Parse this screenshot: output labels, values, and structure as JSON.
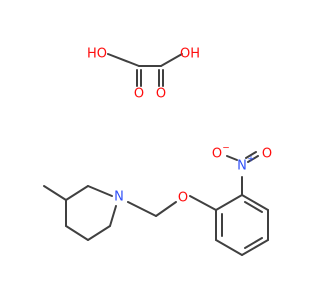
{
  "diagram": {
    "type": "chemical-structure",
    "components": [
      "oxalic acid",
      "3-methyl-1-[2-(2-nitrophenoxy)ethyl]piperidine"
    ],
    "colors": {
      "bond": "#404040",
      "oxygen": "#ff0d0d",
      "nitrogen": "#3050f8"
    },
    "atoms": {
      "oxalic_ho_left": "HO",
      "oxalic_oh_right": "OH",
      "oxalic_o_left": "O",
      "oxalic_o_right": "O",
      "nitro_n": "N",
      "nitro_n_charge": "+",
      "nitro_o_minus": "O",
      "nitro_o_minus_charge": "−",
      "nitro_o": "O",
      "ether_o": "O",
      "piperidine_n": "N"
    }
  }
}
